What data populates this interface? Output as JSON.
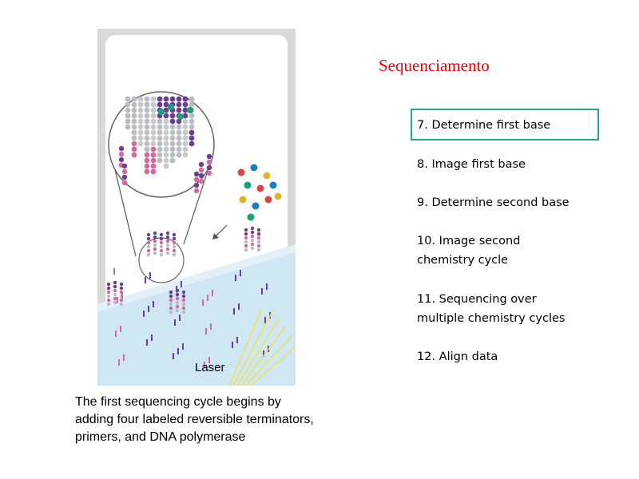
{
  "slide": {
    "title": "Sequenciamento",
    "title_color": "#e8000b",
    "highlight_color": "#2aa886"
  },
  "figure": {
    "laser_label": "Laser",
    "caption_lines": [
      "The first sequencing cycle begins by",
      "adding four labeled reversible terminators,",
      "primers, and DNA polymerase"
    ]
  },
  "steps": [
    {
      "text": "7. Determine first base",
      "highlighted": true
    },
    {
      "text": "8. Image first base",
      "highlighted": false
    },
    {
      "text": "9. Determine second base",
      "highlighted": false
    },
    {
      "text": "10. Image second\nchemistry cycle",
      "highlighted": false
    },
    {
      "text": "11. Sequencing over\nmultiple chemistry cycles",
      "highlighted": false
    },
    {
      "text": "12. Align data",
      "highlighted": false
    }
  ]
}
